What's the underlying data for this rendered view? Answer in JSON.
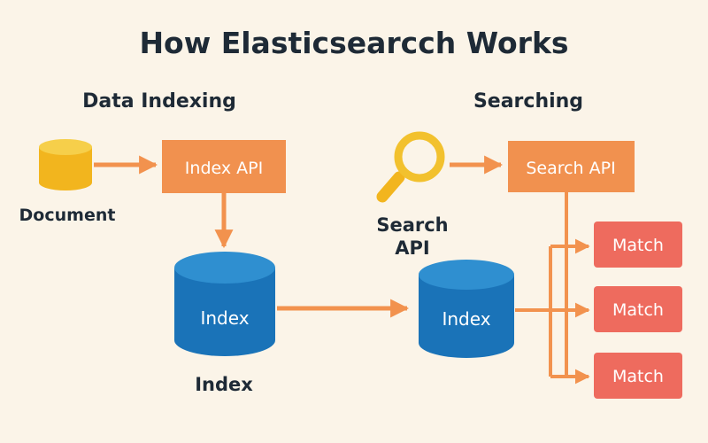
{
  "title": "How Elasticsearcch Works",
  "sections": {
    "indexing": "Data Indexing",
    "searching": "Searching"
  },
  "nodes": {
    "document": "Document",
    "index_api": "Index API",
    "index_cylinder_left": "Index",
    "index_caption_left": "Index",
    "search_icon_label_line1": "Search",
    "search_icon_label_line2": "API",
    "search_api": "Search API",
    "index_cylinder_right": "Index",
    "matches": [
      "Match",
      "Match",
      "Match"
    ]
  },
  "colors": {
    "background": "#fbf4e8",
    "orange_box": "#f1914f",
    "arrow": "#f2924e",
    "blue_cylinder": "#1a73b8",
    "blue_cylinder_top": "#2f8fd0",
    "yellow": "#f2c12e",
    "match_box": "#ee6b5e",
    "text_dark": "#1e2a36"
  }
}
